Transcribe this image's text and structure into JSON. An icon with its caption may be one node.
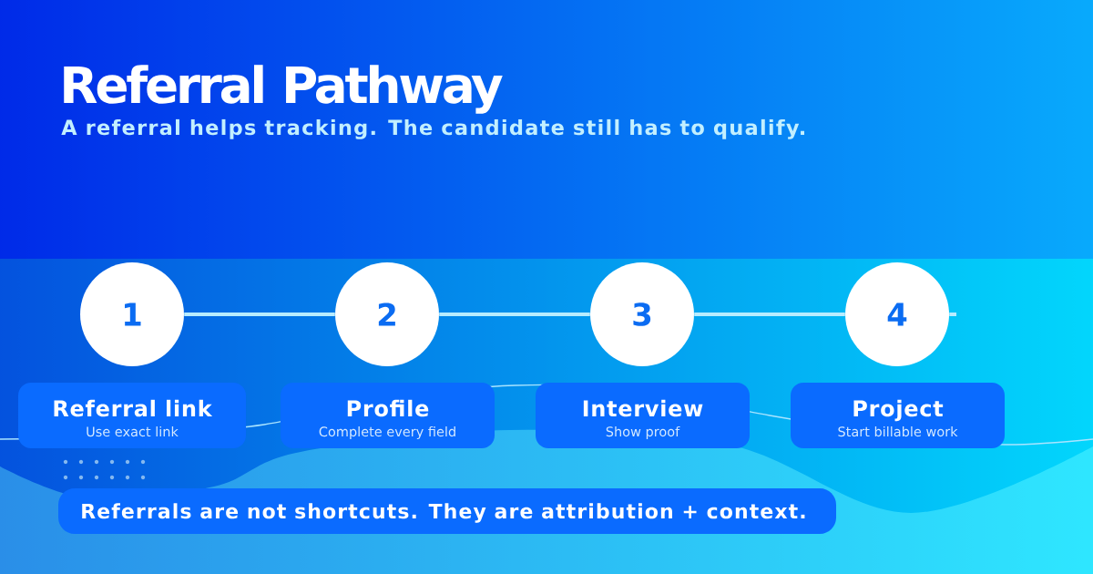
{
  "diagram": {
    "title": "Referral Pathway",
    "nodes": [
      {
        "text": [
          "1"
        ]
      },
      {
        "text": [
          "2"
        ]
      },
      {
        "text": [
          "3"
        ]
      },
      {
        "text": [
          "4"
        ]
      },
      {
        "text": [
          "Referral link",
          "Use exact link"
        ]
      },
      {
        "text": [
          "Profile",
          "Complete every field"
        ]
      },
      {
        "text": [
          "Interview",
          "Show proof"
        ]
      },
      {
        "text": [
          "Project",
          "Start billable work"
        ]
      },
      {
        "text": [
          "Referrals are not shortcuts. They are attribution + context."
        ]
      }
    ],
    "edges": [
      {
        "from": 0,
        "to": 1,
        "arrow": "none"
      },
      {
        "from": 1,
        "to": 2,
        "arrow": "none"
      },
      {
        "from": 2,
        "to": 3,
        "arrow": "none"
      },
      {
        "from": 3,
        "to": null,
        "arrow": "none"
      }
    ],
    "labels": [
      "A referral helps tracking. The candidate still has to qualify."
    ]
  }
}
